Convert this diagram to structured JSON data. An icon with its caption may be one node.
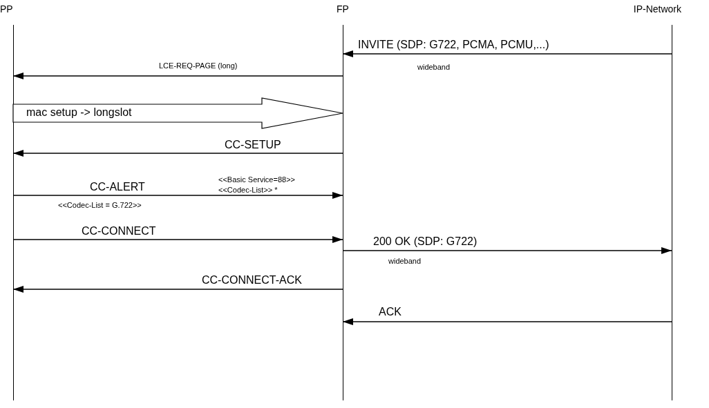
{
  "diagram": {
    "nodes": [
      {
        "text": [
          "PP"
        ]
      },
      {
        "text": [
          "FP"
        ]
      },
      {
        "text": [
          "IP-Network"
        ]
      }
    ],
    "edges": [
      {
        "from": 2,
        "to": 1,
        "arrow": "to",
        "label": "INVITE (SDP: G722, PCMA, PCMU,...)"
      },
      {
        "from": 1,
        "to": 0,
        "arrow": "to",
        "label": "LCE-REQ-PAGE (long)"
      },
      {
        "from": 0,
        "to": 1,
        "arrow": "to",
        "label": "mac setup -> longslot",
        "style": "thick"
      },
      {
        "from": 1,
        "to": 0,
        "arrow": "to",
        "label": "CC-SETUP"
      },
      {
        "from": 0,
        "to": 1,
        "arrow": "to",
        "label": "CC-ALERT"
      },
      {
        "from": 0,
        "to": 1,
        "arrow": "to",
        "label": "CC-CONNECT"
      },
      {
        "from": 1,
        "to": 2,
        "arrow": "to",
        "label": "200 OK (SDP: G722)"
      },
      {
        "from": 1,
        "to": 0,
        "arrow": "to",
        "label": "CC-CONNECT-ACK"
      },
      {
        "from": 2,
        "to": 1,
        "arrow": "to",
        "label": "ACK"
      }
    ],
    "labels": [
      "wideband",
      "<<Basic Service=88>>",
      "<<Codec-List>> *",
      "<<Codec-List = G.722>>",
      "wideband"
    ]
  }
}
